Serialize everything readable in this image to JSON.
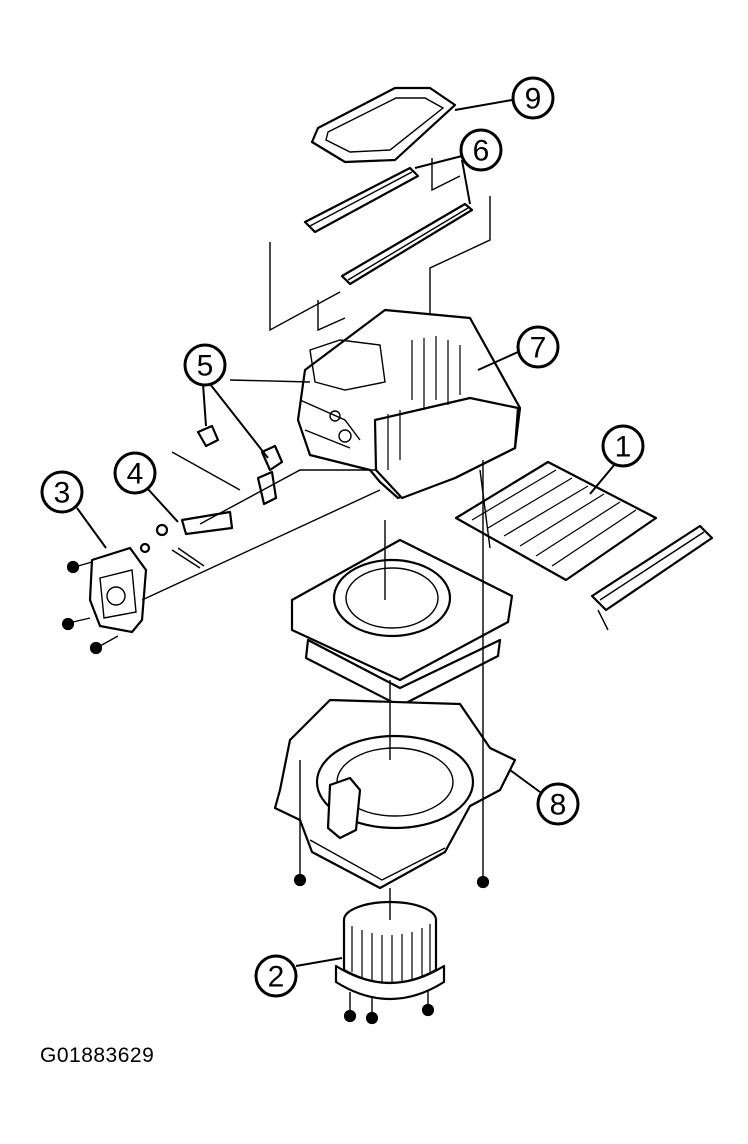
{
  "figure_id": "G01883629",
  "callouts": [
    {
      "label": "1"
    },
    {
      "label": "2"
    },
    {
      "label": "3"
    },
    {
      "label": "4"
    },
    {
      "label": "5"
    },
    {
      "label": "6"
    },
    {
      "label": "7"
    },
    {
      "label": "8"
    },
    {
      "label": "9"
    }
  ]
}
